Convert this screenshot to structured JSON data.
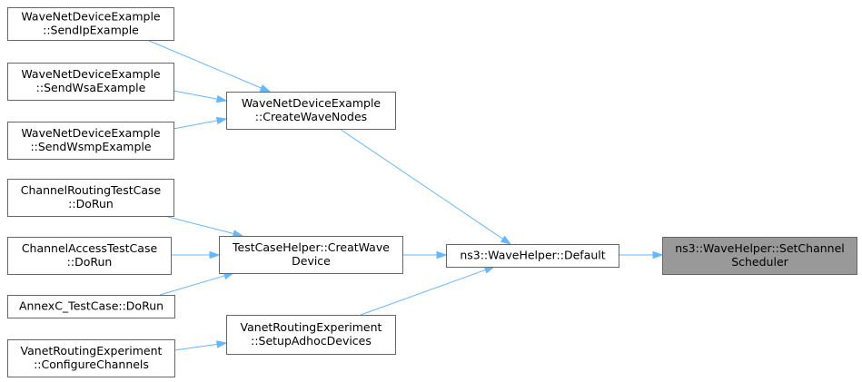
{
  "graph": {
    "colors": {
      "edge": "#63b8ff",
      "node_border": "#666666",
      "node_fill": "#ffffff",
      "current_node_fill": "#999999"
    },
    "nodes": [
      {
        "id": "sendip",
        "lines": [
          "WaveNetDeviceExample",
          "::SendIpExample"
        ],
        "current": false
      },
      {
        "id": "sendwsa",
        "lines": [
          "WaveNetDeviceExample",
          "::SendWsaExample"
        ],
        "current": false
      },
      {
        "id": "sendwsmp",
        "lines": [
          "WaveNetDeviceExample",
          "::SendWsmpExample"
        ],
        "current": false
      },
      {
        "id": "channelrouting",
        "lines": [
          "ChannelRoutingTestCase",
          "::DoRun"
        ],
        "current": false
      },
      {
        "id": "channelaccess",
        "lines": [
          "ChannelAccessTestCase",
          "::DoRun"
        ],
        "current": false
      },
      {
        "id": "annexc",
        "lines": [
          "AnnexC_TestCase::DoRun"
        ],
        "current": false
      },
      {
        "id": "configurechannels",
        "lines": [
          "VanetRoutingExperiment",
          "::ConfigureChannels"
        ],
        "current": false
      },
      {
        "id": "createwavenodes",
        "lines": [
          "WaveNetDeviceExample",
          "::CreateWaveNodes"
        ],
        "current": false
      },
      {
        "id": "creatwavedevice",
        "lines": [
          "TestCaseHelper::CreatWave",
          "Device"
        ],
        "current": false
      },
      {
        "id": "setupadhoc",
        "lines": [
          "VanetRoutingExperiment",
          "::SetupAdhocDevices"
        ],
        "current": false
      },
      {
        "id": "default",
        "lines": [
          "ns3::WaveHelper::Default"
        ],
        "current": false
      },
      {
        "id": "setchannelscheduler",
        "lines": [
          "ns3::WaveHelper::SetChannel",
          "Scheduler"
        ],
        "current": true
      }
    ],
    "edges": [
      {
        "from": "sendip",
        "to": "createwavenodes"
      },
      {
        "from": "sendwsa",
        "to": "createwavenodes"
      },
      {
        "from": "sendwsmp",
        "to": "createwavenodes"
      },
      {
        "from": "channelrouting",
        "to": "creatwavedevice"
      },
      {
        "from": "channelaccess",
        "to": "creatwavedevice"
      },
      {
        "from": "annexc",
        "to": "creatwavedevice"
      },
      {
        "from": "configurechannels",
        "to": "setupadhoc"
      },
      {
        "from": "createwavenodes",
        "to": "default"
      },
      {
        "from": "creatwavedevice",
        "to": "default"
      },
      {
        "from": "setupadhoc",
        "to": "default"
      },
      {
        "from": "default",
        "to": "setchannelscheduler"
      }
    ]
  }
}
